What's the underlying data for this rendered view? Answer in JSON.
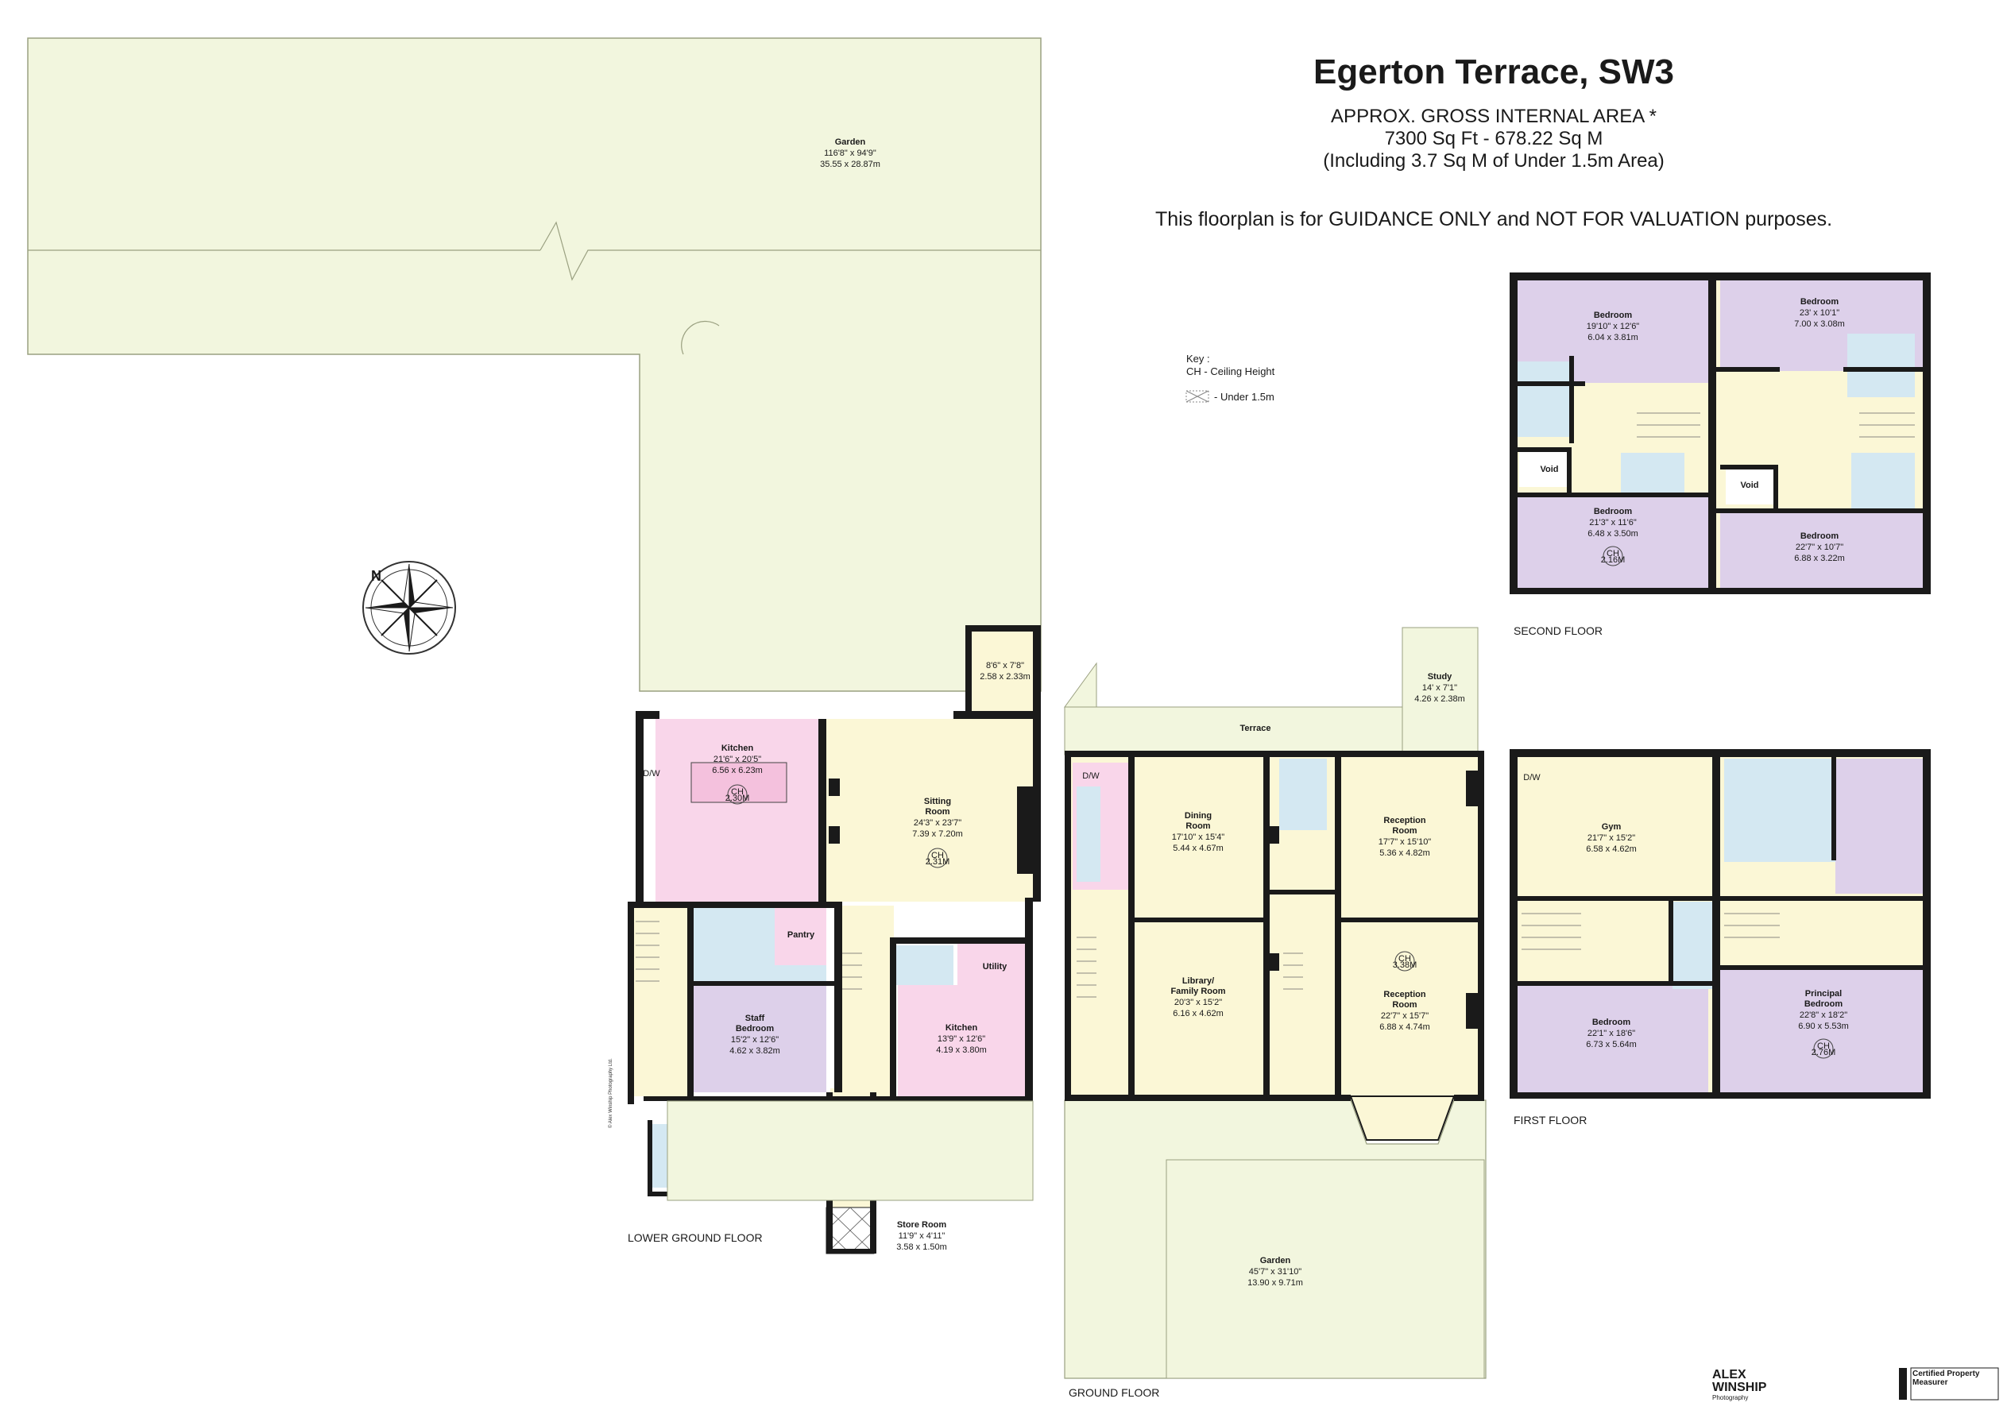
{
  "header": {
    "title": "Egerton Terrace, SW3",
    "area_heading": "APPROX. GROSS INTERNAL  AREA *",
    "area_value": "7300 Sq Ft  -  678.22 Sq M",
    "area_note": "(Including 3.7 Sq M of Under 1.5m Area)",
    "disclaimer": "This floorplan is for GUIDANCE ONLY and NOT FOR VALUATION purposes."
  },
  "key": {
    "heading": "Key :",
    "ch": "CH - Ceiling Height",
    "under": "- Under 1.5m"
  },
  "floors": {
    "lower": "LOWER GROUND FLOOR",
    "ground": "GROUND FLOOR",
    "first": "FIRST FLOOR",
    "second": "SECOND FLOOR"
  },
  "rooms": {
    "garden_top": {
      "name": "Garden",
      "imp": "116'8\" x 94'9\"",
      "met": "35.55 x 28.87m"
    },
    "kitchen_lg": {
      "name": "Kitchen",
      "imp": "21'6\" x 20'5\"",
      "met": "6.56 x 6.23m",
      "ch": "2.30M"
    },
    "sitting": {
      "name1": "Sitting",
      "name2": "Room",
      "imp": "24'3\" x 23'7\"",
      "met": "7.39 x 7.20m",
      "ch": "2.31M"
    },
    "small_room": {
      "imp": "8'6\" x 7'8\"",
      "met": "2.58 x 2.33m"
    },
    "pantry": {
      "name": "Pantry"
    },
    "utility": {
      "name": "Utility"
    },
    "staff_bed": {
      "name1": "Staff",
      "name2": "Bedroom",
      "imp": "15'2\" x 12'6\"",
      "met": "4.62 x 3.82m"
    },
    "kitchen_sm": {
      "name": "Kitchen",
      "imp": "13'9\" x 12'6\"",
      "met": "4.19 x 3.80m"
    },
    "store": {
      "name": "Store Room",
      "imp": "11'9\" x 4'11\"",
      "met": "3.58 x 1.50m"
    },
    "terrace": {
      "name": "Terrace"
    },
    "study": {
      "name": "Study",
      "imp": "14' x 7'1\"",
      "met": "4.26 x 2.38m"
    },
    "dining": {
      "name1": "Dining",
      "name2": "Room",
      "imp": "17'10\" x 15'4\"",
      "met": "5.44 x 4.67m"
    },
    "reception1": {
      "name1": "Reception",
      "name2": "Room",
      "imp": "17'7\" x 15'10\"",
      "met": "5.36 x 4.82m"
    },
    "library": {
      "name1": "Library/",
      "name2": "Family Room",
      "imp": "20'3\" x 15'2\"",
      "met": "6.16 x 4.62m"
    },
    "reception2": {
      "name1": "Reception",
      "name2": "Room",
      "imp": "22'7\" x 15'7\"",
      "met": "6.88 x 4.74m",
      "ch": "3.38M"
    },
    "garden_bottom": {
      "name": "Garden",
      "imp": "45'7\" x 31'10\"",
      "met": "13.90 x 9.71m"
    },
    "bed_2a": {
      "name": "Bedroom",
      "imp": "19'10\" x 12'6\"",
      "met": "6.04 x 3.81m"
    },
    "bed_2b": {
      "name": "Bedroom",
      "imp": "23' x 10'1\"",
      "met": "7.00 x 3.08m"
    },
    "bed_2c": {
      "name": "Bedroom",
      "imp": "21'3\" x 11'6\"",
      "met": "6.48 x 3.50m",
      "ch": "2.16M"
    },
    "bed_2d": {
      "name": "Bedroom",
      "imp": "22'7\" x 10'7\"",
      "met": "6.88 x 3.22m"
    },
    "void": {
      "name": "Void"
    },
    "gym": {
      "name": "Gym",
      "imp": "21'7\" x 15'2\"",
      "met": "6.58 x 4.62m"
    },
    "bed_1a": {
      "name": "Bedroom",
      "imp": "22'1\" x 18'6\"",
      "met": "6.73 x 5.64m"
    },
    "principal": {
      "name1": "Principal",
      "name2": "Bedroom",
      "imp": "22'8\" x 18'2\"",
      "met": "6.90 x 5.53m",
      "ch": "2.76M"
    }
  },
  "misc": {
    "dw": "D/W",
    "ch_prefix": "CH"
  },
  "branding": {
    "logo_line1": "ALEX",
    "logo_line2": "WINSHIP",
    "logo_line3": "Photography",
    "badge": "Certified Property Measurer",
    "copyright": "© Alex Winship Photography Ltd."
  },
  "colors": {
    "garden": "#f2f6de",
    "hall": "#fbf7d6",
    "bedroom": "#ddd0ea",
    "kitchen": "#f9d6ea",
    "bath": "#d4e8f2",
    "wall": "#1a1a1a"
  }
}
